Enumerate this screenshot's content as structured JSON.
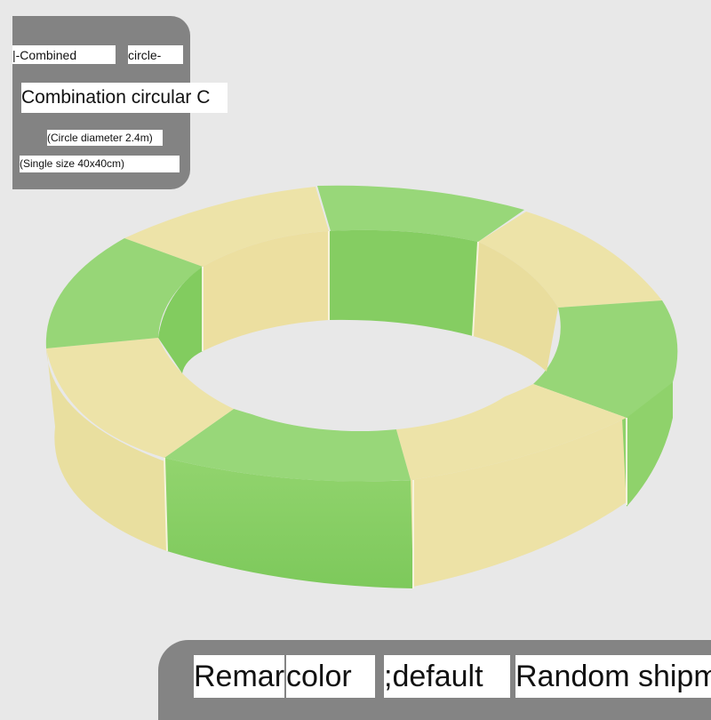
{
  "top_panel": {
    "label_1": "|-Combined",
    "label_2": "circle-",
    "title": "Combination circular C",
    "diameter": "(Circle diameter 2.4m)",
    "single_size": "(Single size 40x40cm)"
  },
  "bottom_panel": {
    "label_1": "Remar",
    "label_2": "color",
    "label_3": ";default",
    "label_4": "Random shipm"
  },
  "colors": {
    "background": "#e8e8e8",
    "panel": "#838383",
    "yellow_segment": "#ece3a9",
    "green_segment": "#8fd36f"
  }
}
